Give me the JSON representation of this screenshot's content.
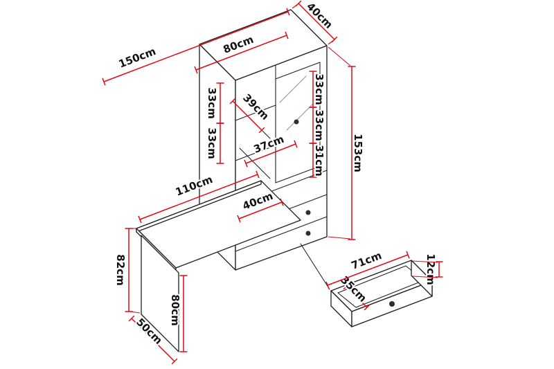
{
  "diagram": {
    "kind": "furniture-dimension-drawing",
    "unit": "cm"
  },
  "colors": {
    "dimension": "#e30613",
    "outline": "#1d1d1b",
    "label": "#111111",
    "knob": "#2e2e2e",
    "glass": "#8a8a8a",
    "background": "#ffffff"
  },
  "dimensions": {
    "top_total": "150cm",
    "top_hutch_width": "80cm",
    "top_depth": "40cm",
    "shelf_gap_upper": "33cm",
    "shelf_gap_lower": "33cm",
    "shelf_diagonal": "39cm",
    "shelf_depth": "37cm",
    "right_section_1": "33cm",
    "right_section_2": "33cm",
    "right_section_3": "31cm",
    "total_height": "153cm",
    "desk_length": "110cm",
    "cabinet_width": "40cm",
    "desk_height": "82cm",
    "panel_height": "80cm",
    "desk_depth": "50cm",
    "drawer_height": "12cm",
    "drawer_depth": "35cm",
    "drawer_width": "71cm"
  }
}
